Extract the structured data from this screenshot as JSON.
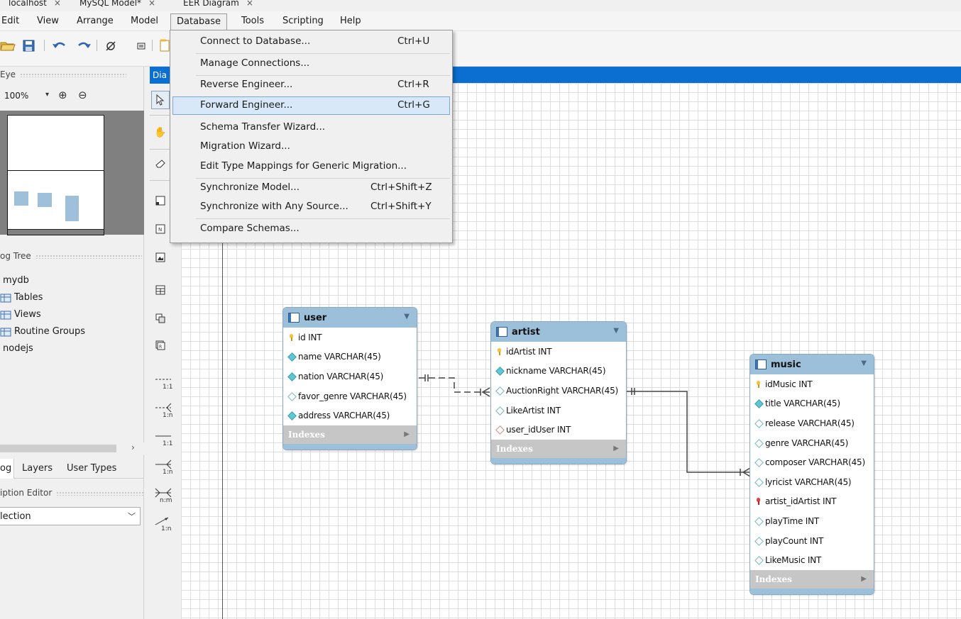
{
  "tabs": [
    {
      "label": "localhost",
      "close": "×"
    },
    {
      "label": "MySQL Model*",
      "close": "×"
    },
    {
      "label": "EER Diagram",
      "close": "×"
    }
  ],
  "menubar": [
    "Edit",
    "View",
    "Arrange",
    "Model",
    "Database",
    "Tools",
    "Scripting",
    "Help"
  ],
  "open_menu": "Database",
  "database_menu": {
    "items": [
      {
        "label": "Connect to Database...",
        "shortcut": "Ctrl+U"
      },
      {
        "label": "Manage Connections...",
        "shortcut": ""
      },
      {
        "label": "Reverse Engineer...",
        "shortcut": "Ctrl+R"
      },
      {
        "label": "Forward Engineer...",
        "shortcut": "Ctrl+G"
      },
      {
        "label": "Schema Transfer Wizard...",
        "shortcut": ""
      },
      {
        "label": "Migration Wizard...",
        "shortcut": ""
      },
      {
        "label": "Edit Type Mappings for Generic Migration...",
        "shortcut": ""
      },
      {
        "label": "Synchronize Model...",
        "shortcut": "Ctrl+Shift+Z"
      },
      {
        "label": "Synchronize with Any Source...",
        "shortcut": "Ctrl+Shift+Y"
      },
      {
        "label": "Compare Schemas...",
        "shortcut": ""
      }
    ],
    "highlighted": "Forward Engineer..."
  },
  "left_panel": {
    "birds_eye_title": "Eye",
    "zoom": "100%",
    "catalog_title": "og Tree",
    "tree": [
      {
        "label": "mydb",
        "icon": "schema-icon"
      },
      {
        "label": "Tables",
        "icon": "tables-folder-icon"
      },
      {
        "label": "Views",
        "icon": "views-folder-icon"
      },
      {
        "label": "Routine Groups",
        "icon": "routines-folder-icon"
      },
      {
        "label": "nodejs",
        "icon": "schema-icon"
      }
    ],
    "bottom_tabs": [
      "og",
      "Layers",
      "User Types"
    ],
    "description_title": "iption Editor",
    "selection": "lection"
  },
  "palette": {
    "tab_label": "Dia",
    "relationship_labels": [
      "1:1",
      "1:n",
      "1:1",
      "1:n",
      "n:m",
      "1:n"
    ]
  },
  "tables": [
    {
      "name": "user",
      "columns": [
        {
          "key": "pk",
          "text": "id INT"
        },
        {
          "key": "nn",
          "text": "name VARCHAR(45)"
        },
        {
          "key": "nn",
          "text": "nation VARCHAR(45)"
        },
        {
          "key": "nul",
          "text": "favor_genre VARCHAR(45)"
        },
        {
          "key": "nn",
          "text": "address VARCHAR(45)"
        }
      ],
      "indexes_label": "Indexes"
    },
    {
      "name": "artist",
      "columns": [
        {
          "key": "pk",
          "text": "idArtist INT"
        },
        {
          "key": "nn",
          "text": "nickname VARCHAR(45)"
        },
        {
          "key": "nul",
          "text": "AuctionRight VARCHAR(45)"
        },
        {
          "key": "nul",
          "text": "LikeArtist INT"
        },
        {
          "key": "fnul",
          "text": "user_idUser INT"
        }
      ],
      "indexes_label": "Indexes"
    },
    {
      "name": "music",
      "columns": [
        {
          "key": "pk",
          "text": "idMusic INT"
        },
        {
          "key": "nn",
          "text": "title VARCHAR(45)"
        },
        {
          "key": "nul",
          "text": "release VARCHAR(45)"
        },
        {
          "key": "nul",
          "text": "genre VARCHAR(45)"
        },
        {
          "key": "nul",
          "text": "composer VARCHAR(45)"
        },
        {
          "key": "nul",
          "text": "lyricist VARCHAR(45)"
        },
        {
          "key": "fk",
          "text": "artist_idArtist INT"
        },
        {
          "key": "nul",
          "text": "playTime INT"
        },
        {
          "key": "nul",
          "text": "playCount INT"
        },
        {
          "key": "nul",
          "text": "LikeMusic INT"
        }
      ],
      "indexes_label": "Indexes"
    }
  ],
  "colors": {
    "accent_blue": "#0a6fd0",
    "table_header": "#9dc0da",
    "menu_highlight": "#d9e8f8"
  }
}
